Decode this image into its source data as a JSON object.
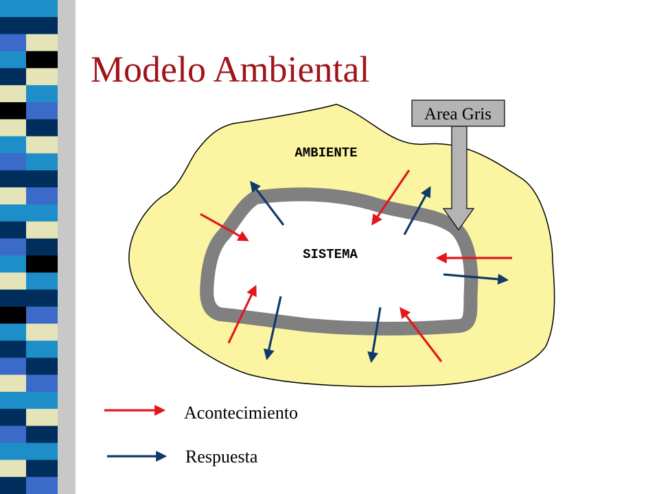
{
  "slide": {
    "title": "Modelo Ambiental"
  },
  "diagram": {
    "environment_label": "AMBIENTE",
    "system_label": "SISTEMA",
    "gray_area_label": "Area Gris"
  },
  "legend": {
    "event_label": "Acontecimiento",
    "response_label": "Respuesta"
  },
  "colors": {
    "title": "#a0141a",
    "environment_fill": "#fbf4a0",
    "system_boundary": "#808080",
    "event_arrow": "#e3161b",
    "response_arrow": "#0f3a6b",
    "gray_callout": "#b4b4b4",
    "strip_dark": "#002f5e",
    "strip_mid": "#1e8ec8",
    "strip_light": "#e4e4b8"
  },
  "strip_colors": [
    "#1e8ec8",
    "#002f5e",
    "#3c6ac8",
    "#1e8ec8",
    "#002f5e",
    "#e4e4b8",
    "#000000",
    "#e4e4b8",
    "#1e8ec8",
    "#3c6ac8",
    "#002f5e",
    "#e4e4b8",
    "#1e8ec8",
    "#002f5e",
    "#3c6ac8",
    "#1e8ec8",
    "#e4e4b8",
    "#002f5e",
    "#000000",
    "#1e8ec8",
    "#002f5e",
    "#3c6ac8",
    "#e4e4b8",
    "#1e8ec8",
    "#002f5e",
    "#3c6ac8",
    "#1e8ec8",
    "#e4e4b8",
    "#002f5e"
  ]
}
